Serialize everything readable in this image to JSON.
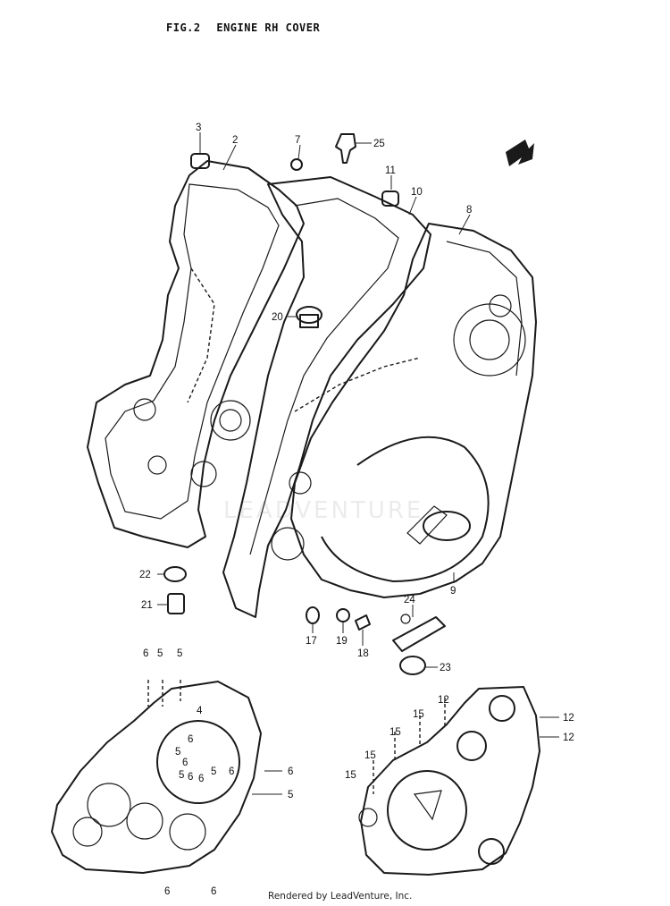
{
  "header": {
    "fig": "FIG.2",
    "title": "ENGINE RH COVER"
  },
  "watermark": "LEADVENTURE",
  "footer": "Rendered by LeadVenture, Inc.",
  "callouts": [
    {
      "id": "c2",
      "text": "2"
    },
    {
      "id": "c3",
      "text": "3"
    },
    {
      "id": "c7",
      "text": "7"
    },
    {
      "id": "c25",
      "text": "25"
    },
    {
      "id": "c11",
      "text": "11"
    },
    {
      "id": "c10",
      "text": "10"
    },
    {
      "id": "c8",
      "text": "8"
    },
    {
      "id": "c20",
      "text": "20"
    },
    {
      "id": "c22",
      "text": "22"
    },
    {
      "id": "c21",
      "text": "21"
    },
    {
      "id": "c17",
      "text": "17"
    },
    {
      "id": "c19",
      "text": "19"
    },
    {
      "id": "c18",
      "text": "18"
    },
    {
      "id": "c24",
      "text": "24"
    },
    {
      "id": "c9",
      "text": "9"
    },
    {
      "id": "c23",
      "text": "23"
    },
    {
      "id": "b6a",
      "text": "6"
    },
    {
      "id": "b5a",
      "text": "5"
    },
    {
      "id": "b5b",
      "text": "5"
    },
    {
      "id": "b4",
      "text": "4"
    },
    {
      "id": "b6b",
      "text": "6"
    },
    {
      "id": "b5c",
      "text": "5"
    },
    {
      "id": "b6c",
      "text": "6"
    },
    {
      "id": "b5d",
      "text": "5"
    },
    {
      "id": "b5e",
      "text": "5"
    },
    {
      "id": "b6d",
      "text": "6"
    },
    {
      "id": "b6e",
      "text": "6"
    },
    {
      "id": "b6f",
      "text": "6"
    },
    {
      "id": "b5f",
      "text": "5"
    },
    {
      "id": "b6g",
      "text": "6"
    },
    {
      "id": "b6h",
      "text": "6"
    },
    {
      "id": "b6i",
      "text": "6"
    },
    {
      "id": "r12a",
      "text": "12"
    },
    {
      "id": "r15a",
      "text": "15"
    },
    {
      "id": "r15b",
      "text": "15"
    },
    {
      "id": "r15c",
      "text": "15"
    },
    {
      "id": "r15d",
      "text": "15"
    },
    {
      "id": "r12b",
      "text": "12"
    },
    {
      "id": "r12c",
      "text": "12"
    }
  ]
}
